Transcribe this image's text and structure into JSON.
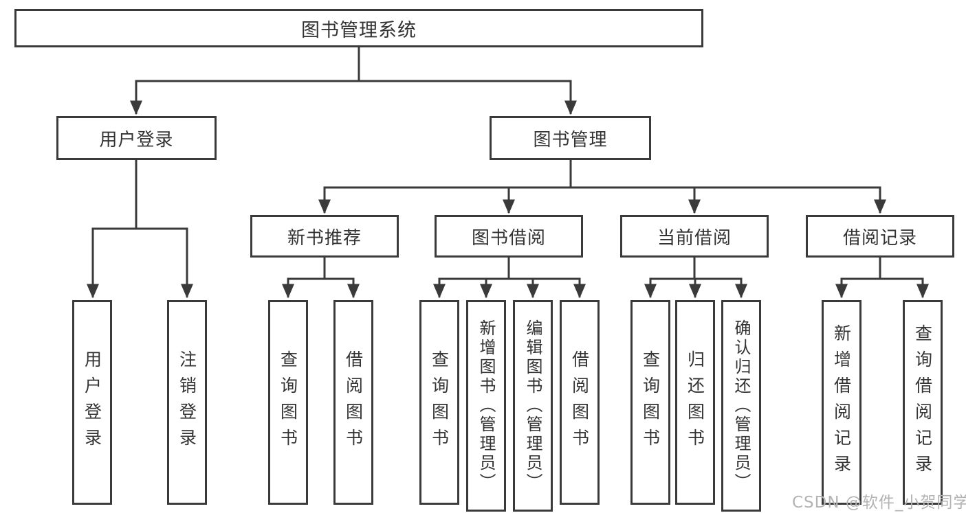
{
  "colors": {
    "line": "#3a3a3a",
    "text": "#333333",
    "background": "#ffffff",
    "watermark": "#b3b3b3"
  },
  "watermark": {
    "text": "CSDN @软件_小贺同学"
  },
  "tree": {
    "label": "图书管理系统",
    "children": [
      {
        "label": "用户登录",
        "children": [
          {
            "label": "用户登录"
          },
          {
            "label": "注销登录"
          }
        ]
      },
      {
        "label": "图书管理",
        "children": [
          {
            "label": "新书推荐",
            "children": [
              {
                "label": "查询图书"
              },
              {
                "label": "借阅图书"
              }
            ]
          },
          {
            "label": "图书借阅",
            "children": [
              {
                "label": "查询图书"
              },
              {
                "label": "新增图书（管理员）"
              },
              {
                "label": "编辑图书（管理员）"
              },
              {
                "label": "借阅图书"
              }
            ]
          },
          {
            "label": "当前借阅",
            "children": [
              {
                "label": "查询图书"
              },
              {
                "label": "归还图书"
              },
              {
                "label": "确认归还（管理员）"
              }
            ]
          },
          {
            "label": "借阅记录",
            "children": [
              {
                "label": "新增借阅记录"
              },
              {
                "label": "查询借阅记录"
              }
            ]
          }
        ]
      }
    ]
  }
}
